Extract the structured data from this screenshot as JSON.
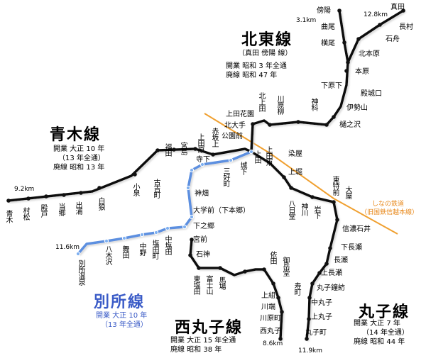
{
  "colors": {
    "line": "#111111",
    "bessho": "#5b8fe0",
    "shinano": "#f0a030",
    "station_fill": "#ffffff",
    "bessho_station": "#7fb0f0"
  },
  "lines": {
    "aoki": {
      "title": "青木線",
      "opened": "開業  大正 10 年",
      "opened_note": "（13 年全通）",
      "closed": "廃線  昭和 13 年"
    },
    "hokuto": {
      "title": "北東線",
      "subtitle": "（真田 傍陽 線）",
      "opened": "開業  昭和 3 年全通",
      "closed": "廃線  昭和 47 年"
    },
    "bessho": {
      "title": "別所線",
      "opened": "開業  大正 10 年",
      "opened_note": "（13 年全通）"
    },
    "nishimaruko": {
      "title": "西丸子線",
      "opened": "開業  大正 15 年全通",
      "closed": "廃線  昭和 38 年"
    },
    "maruko": {
      "title": "丸子線",
      "opened": "開業  大正 7 年",
      "opened_note": "（14 年全通）",
      "closed": "廃線  昭和 44 年"
    }
  },
  "shinano": {
    "line1": "しなの鉄道",
    "line2": "（旧国鉄信越本線）"
  },
  "distances": {
    "aoki": "9.2km",
    "hokuto_soe": "3.1km",
    "hokuto_sanada": "12.8km",
    "bessho": "11.6km",
    "nishimaruko": "8.6km",
    "maruko": "11.9km"
  },
  "stations": {
    "soe": "傍陽",
    "sorimachi": "曲尾",
    "yokoo": "横尾",
    "sanada": "真田",
    "nagamura": "長村",
    "ishibune": "石舟",
    "kitamotohara": "北本原",
    "motohara": "本原",
    "shimoharashita": "下原下",
    "tonoshirokuchi": "殿城口",
    "isezan": "伊勢山",
    "hinosawa": "樋之沢",
    "kamishina": "神科",
    "kawahara_yanagi": "川原柳",
    "kitaueda": "北上田",
    "ueda_kaen": "上田花園",
    "kitaote": "北大手",
    "koenmae": "公園前",
    "ueda_ueda": "上田",
    "aoki": "青木",
    "murasaki": "村松",
    "tonoto": "殿戸",
    "toko": "当郷",
    "deura": "出浦",
    "hakuyu": "白狼",
    "koizumi": "小泉",
    "kotachi": "古吉町",
    "fukuda": "福田",
    "miyajima": "宮島",
    "kamiuehara": "上田原",
    "akasakaue": "赤坂上",
    "terashita": "寺下",
    "sanyoshicho": "三好町",
    "shirashita": "城下",
    "kamibayashi": "神畑",
    "daigakumae": "大学前（下本郷）",
    "shimonogo": "下之郷",
    "bessho_onsen": "別所温泉",
    "yagisawa": "八木沢",
    "maita": "舞田",
    "nakano": "中野",
    "shioda_machi": "塩田町",
    "nakashioda": "中塩田",
    "miyamae": "宮前",
    "ishigami": "石神",
    "higashi_shioda": "東塩田",
    "fujiyama": "富士山",
    "baba": "馬場",
    "yoda": "依田",
    "mitake_do": "御岳堂",
    "kamigumi": "上組",
    "kawabata": "川端",
    "kawahara_machi": "川原町",
    "nishimaruko": "西丸子",
    "ueda_higashi": "上田東",
    "someya": "染屋",
    "kamihori": "上堀",
    "hachojido": "八日堂",
    "kamikawa": "神川",
    "iwashita": "岩下",
    "higashi_mochi": "東特前",
    "daiya": "大屋",
    "shinano_ishii": "信濃石井",
    "shimonagase": "下長瀬",
    "nagase": "長瀬",
    "kaminagase": "上長瀬",
    "maruko_tetsu": "丸子鐘紡",
    "nakamaruko": "中丸子",
    "kamimaruko": "上丸子",
    "maruko_machi": "丸子町",
    "jimachi": "寿町"
  }
}
